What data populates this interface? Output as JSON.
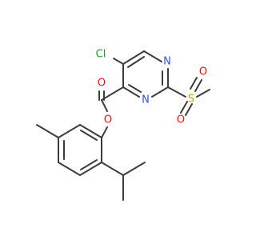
{
  "colors": {
    "background": "#ffffff",
    "bond": "#3c3c3c",
    "carbon": "#3c3c3c",
    "nitrogen": "#3050f8",
    "oxygen": "#ff0d0d",
    "sulfur": "#c8a800",
    "chlorine": "#1fa01f"
  },
  "atoms": {
    "cl": "Cl",
    "n_top": "N",
    "n_bottom": "N",
    "s": "S",
    "o_s_top": "O",
    "o_s_bottom": "O",
    "o_carbonyl": "O",
    "o_ester": "O"
  }
}
